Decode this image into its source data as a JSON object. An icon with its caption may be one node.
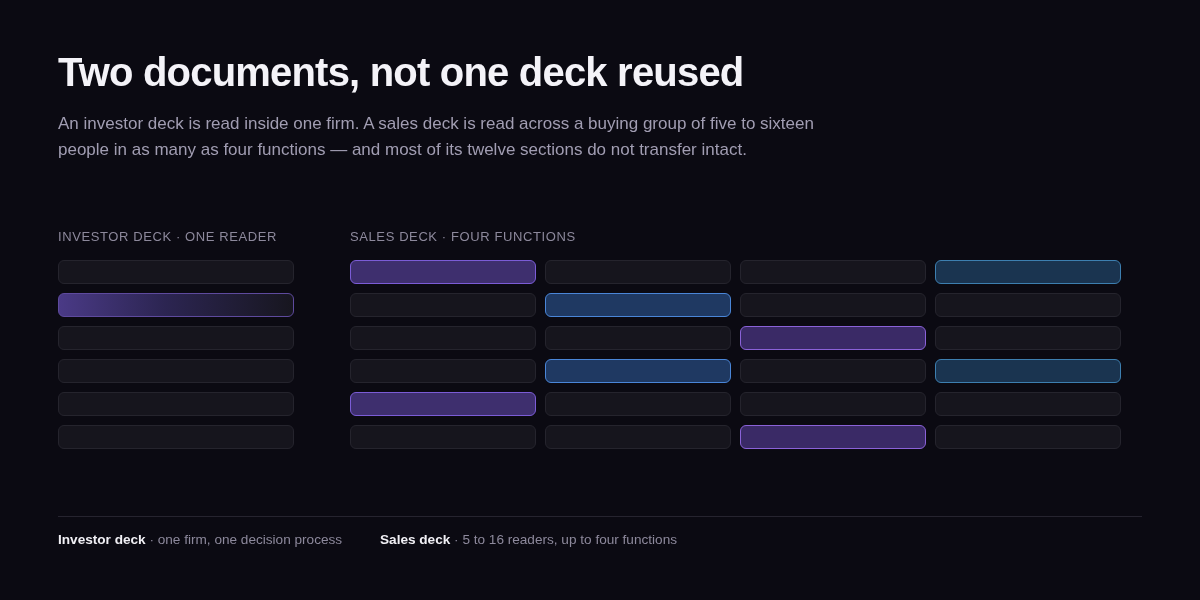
{
  "diagram": {
    "title": "Two documents, not one deck reused",
    "caption": "An investor deck is read inside one firm. A sales deck is read across a buying group of five to sixteen people in as many as four functions — and most of its twelve sections do not transfer intact.",
    "nodes": [
      {
        "text": [],
        "shape": "bar"
      },
      {
        "text": [],
        "shape": "bar"
      },
      {
        "text": [],
        "shape": "bar"
      },
      {
        "text": [],
        "shape": "bar"
      },
      {
        "text": [],
        "shape": "bar"
      },
      {
        "text": [],
        "shape": "bar"
      },
      {
        "text": [],
        "shape": "bar"
      },
      {
        "text": [],
        "shape": "bar"
      },
      {
        "text": [],
        "shape": "bar"
      },
      {
        "text": [],
        "shape": "bar"
      },
      {
        "text": [],
        "shape": "bar"
      },
      {
        "text": [],
        "shape": "bar"
      },
      {
        "text": [],
        "shape": "bar"
      },
      {
        "text": [],
        "shape": "bar"
      },
      {
        "text": [],
        "shape": "bar"
      },
      {
        "text": [],
        "shape": "bar"
      },
      {
        "text": [],
        "shape": "bar"
      },
      {
        "text": [],
        "shape": "bar"
      },
      {
        "text": [],
        "shape": "bar"
      },
      {
        "text": [],
        "shape": "bar"
      },
      {
        "text": [],
        "shape": "bar"
      },
      {
        "text": [],
        "shape": "bar"
      },
      {
        "text": [],
        "shape": "bar"
      },
      {
        "text": [],
        "shape": "bar"
      },
      {
        "text": [],
        "shape": "bar"
      },
      {
        "text": [],
        "shape": "bar"
      },
      {
        "text": [],
        "shape": "bar"
      },
      {
        "text": [],
        "shape": "bar"
      },
      {
        "text": [],
        "shape": "bar"
      },
      {
        "text": [],
        "shape": "bar"
      }
    ],
    "labels": [
      "INVESTOR DECK · ONE READER",
      "SALES DECK · FOUR FUNCTIONS",
      "**Investor deck** · one firm, one decision process",
      "**Sales deck** · 5 to 16 readers, up to four functions"
    ]
  }
}
